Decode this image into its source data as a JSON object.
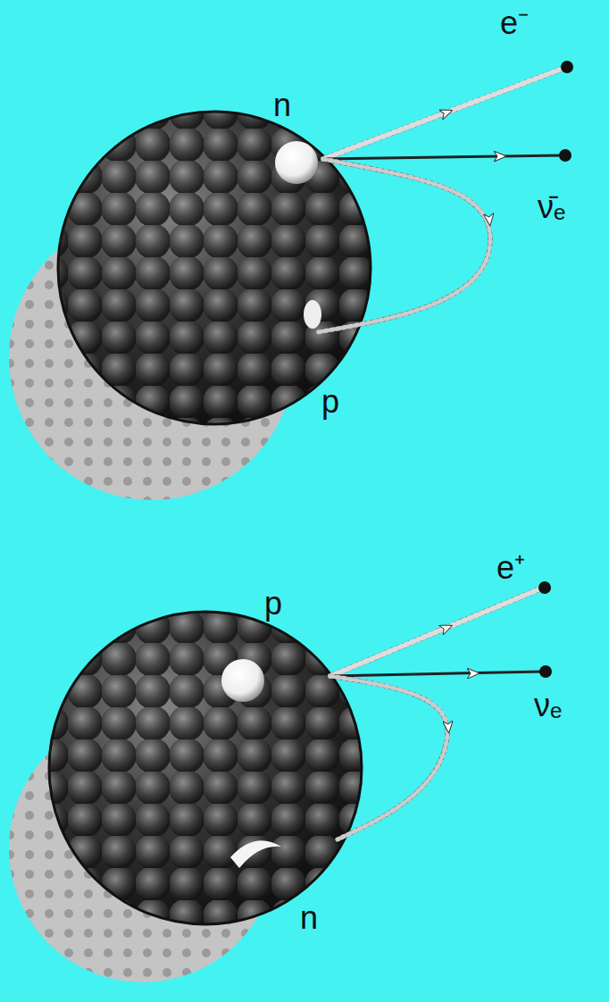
{
  "diagram": {
    "labels": [
      "e⁻",
      "n",
      "ν̄ₑ",
      "p",
      "e⁺",
      "p",
      "νₑ",
      "n"
    ]
  }
}
